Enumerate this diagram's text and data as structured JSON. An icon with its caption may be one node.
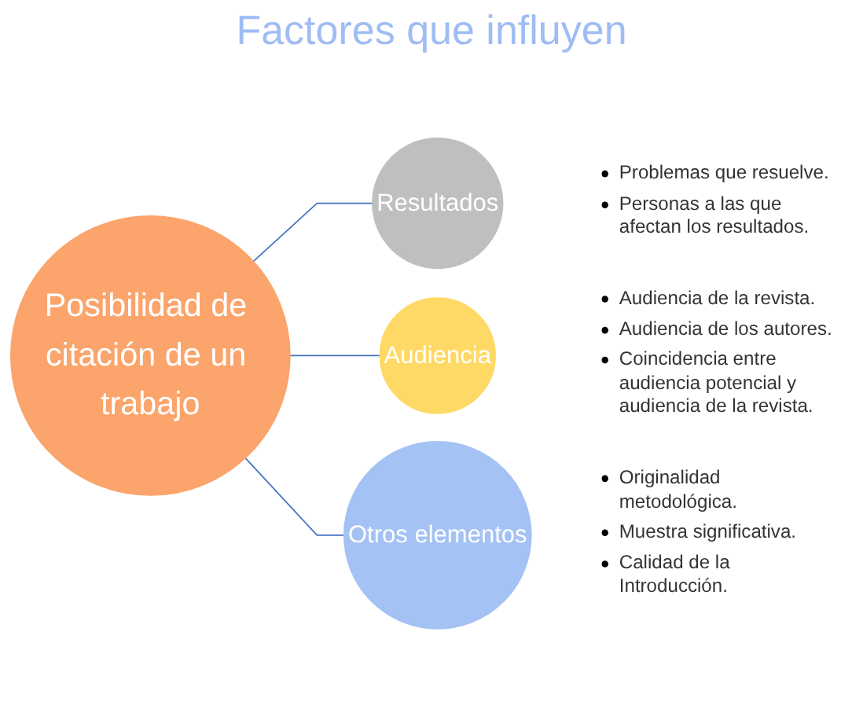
{
  "diagram": {
    "title": "Factores que influyen",
    "nodes": [
      {
        "text": [
          "Posibilidad de citación de un trabajo"
        ]
      },
      {
        "text": [
          "Resultados"
        ],
        "beside": [
          "Problemas que resuelve.",
          "Personas a las que afectan los resultados."
        ]
      },
      {
        "text": [
          "Audiencia"
        ],
        "beside": [
          "Audiencia de la revista.",
          "Audiencia de los autores.",
          "Coincidencia entre audiencia potencial y audiencia de la revista."
        ]
      },
      {
        "text": [
          "Otros elementos"
        ],
        "beside": [
          "Originalidad metodológica.",
          "Muestra significativa.",
          "Calidad de la Introducción."
        ]
      }
    ],
    "edges": [
      {
        "from": 0,
        "to": 1,
        "arrow": "none"
      },
      {
        "from": 0,
        "to": 2,
        "arrow": "none"
      },
      {
        "from": 0,
        "to": 3,
        "arrow": "none"
      }
    ]
  }
}
